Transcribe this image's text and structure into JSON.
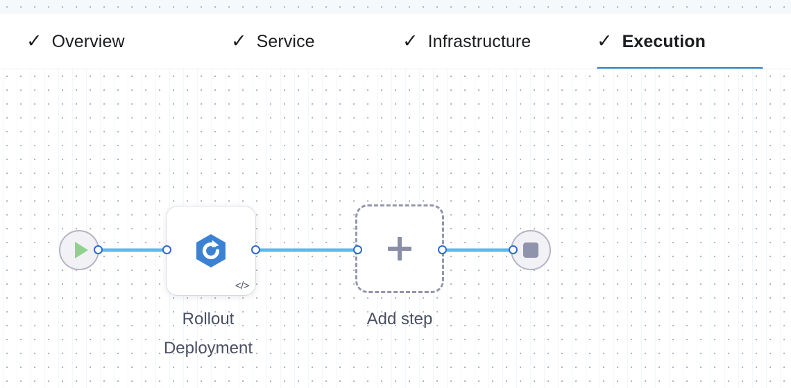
{
  "theme": {
    "accent": "#2b7cd3",
    "edge_color": "#5bbaf0",
    "port_stroke": "#2f68cf",
    "node_icon_blue": "#3b82d4",
    "start_icon_green": "#8fd28a",
    "stop_icon_gray": "#9093ac",
    "label_color": "#4a5063",
    "canvas_bg": "#ffffff",
    "dot_color": "#aab2c0"
  },
  "tabs": [
    {
      "label": "Overview",
      "icon": "check-icon",
      "checked": true,
      "active": false
    },
    {
      "label": "Service",
      "icon": "check-icon",
      "checked": true,
      "active": false
    },
    {
      "label": "Infrastructure",
      "icon": "check-icon",
      "checked": true,
      "active": false
    },
    {
      "label": "Execution",
      "icon": "check-icon",
      "checked": true,
      "active": true
    }
  ],
  "check_glyph": "✓",
  "pipeline": {
    "start_node": {
      "name": "start-node",
      "icon": "play-icon"
    },
    "step_node": {
      "name": "rollout-deployment-node",
      "label": "Rollout\nDeployment",
      "icon": "rollout-deployment-icon",
      "badge_icon": "code-icon",
      "badge_text": "</>"
    },
    "add_node": {
      "name": "add-step-node",
      "label": "Add step",
      "icon": "plus-icon"
    },
    "end_node": {
      "name": "end-node",
      "icon": "stop-icon"
    }
  }
}
